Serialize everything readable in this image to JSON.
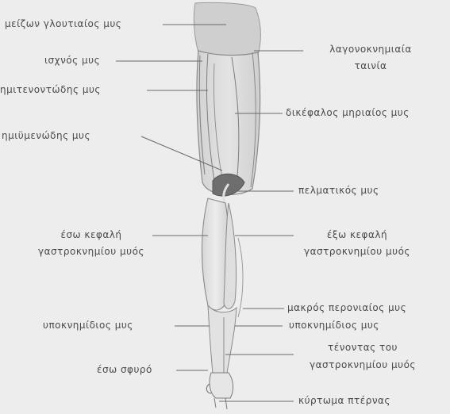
{
  "labels": {
    "gluteus_maximus": "μείζων γλουτιαίος μυς",
    "iliotibial_band_1": "λαγονοκνημιαία",
    "iliotibial_band_2": "ταινία",
    "gracilis": "ισχνός μυς",
    "semitendinosus": "ημιτενοντώδης μυς",
    "biceps_femoris": "δικέφαλος μηριαίος μυς",
    "semimembranosus": "ημιϋμενώδης μυς",
    "plantaris": "πελματικός μυς",
    "medial_head_1": "έσω κεφαλή",
    "medial_head_2": "γαστροκνημίου μυός",
    "lateral_head_1": "έξω κεφαλή",
    "lateral_head_2": "γαστροκνημίου μυός",
    "peroneus_longus": "μακρός περονιαίος μυς",
    "soleus_left": "υποκνημίδιος μυς",
    "soleus_right": "υποκνημίδιος μυς",
    "achilles_1": "τένοντας του",
    "achilles_2": "γαστροκνημίου μυός",
    "medial_malleolus": "έσω σφυρό",
    "calcaneal_tuberosity": "κύρτωμα πτέρνας"
  }
}
